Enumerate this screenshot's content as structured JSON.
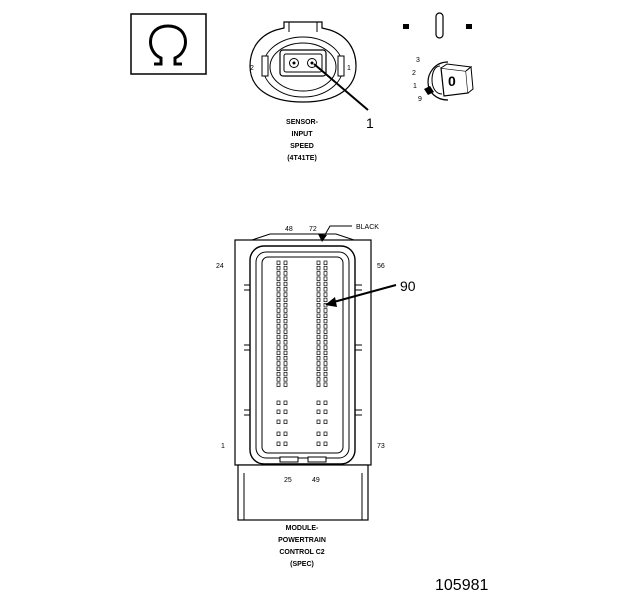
{
  "symbol": {
    "name": "ohm-symbol",
    "glyph": "Ω"
  },
  "sensor": {
    "pin_left": "2",
    "pin_right": "1",
    "callout": "1",
    "caption": [
      "SENSOR-",
      "INPUT",
      "SPEED",
      "(4T41TE)"
    ]
  },
  "terminal_key": {
    "labels": [
      "3",
      "2",
      "1",
      "9"
    ],
    "key_letter": "0"
  },
  "connector": {
    "top_left_num": "48",
    "top_right_num": "72",
    "color_label": "BLACK",
    "left_top_num": "24",
    "right_top_num": "56",
    "callout": "90",
    "left_bottom_num": "1",
    "right_bottom_num": "73",
    "bottom_left_num": "25",
    "bottom_right_num": "49",
    "caption": [
      "MODULE-",
      "POWERTRAIN",
      "CONTROL C2",
      "(SPEC)"
    ]
  },
  "figure_id": "105981"
}
